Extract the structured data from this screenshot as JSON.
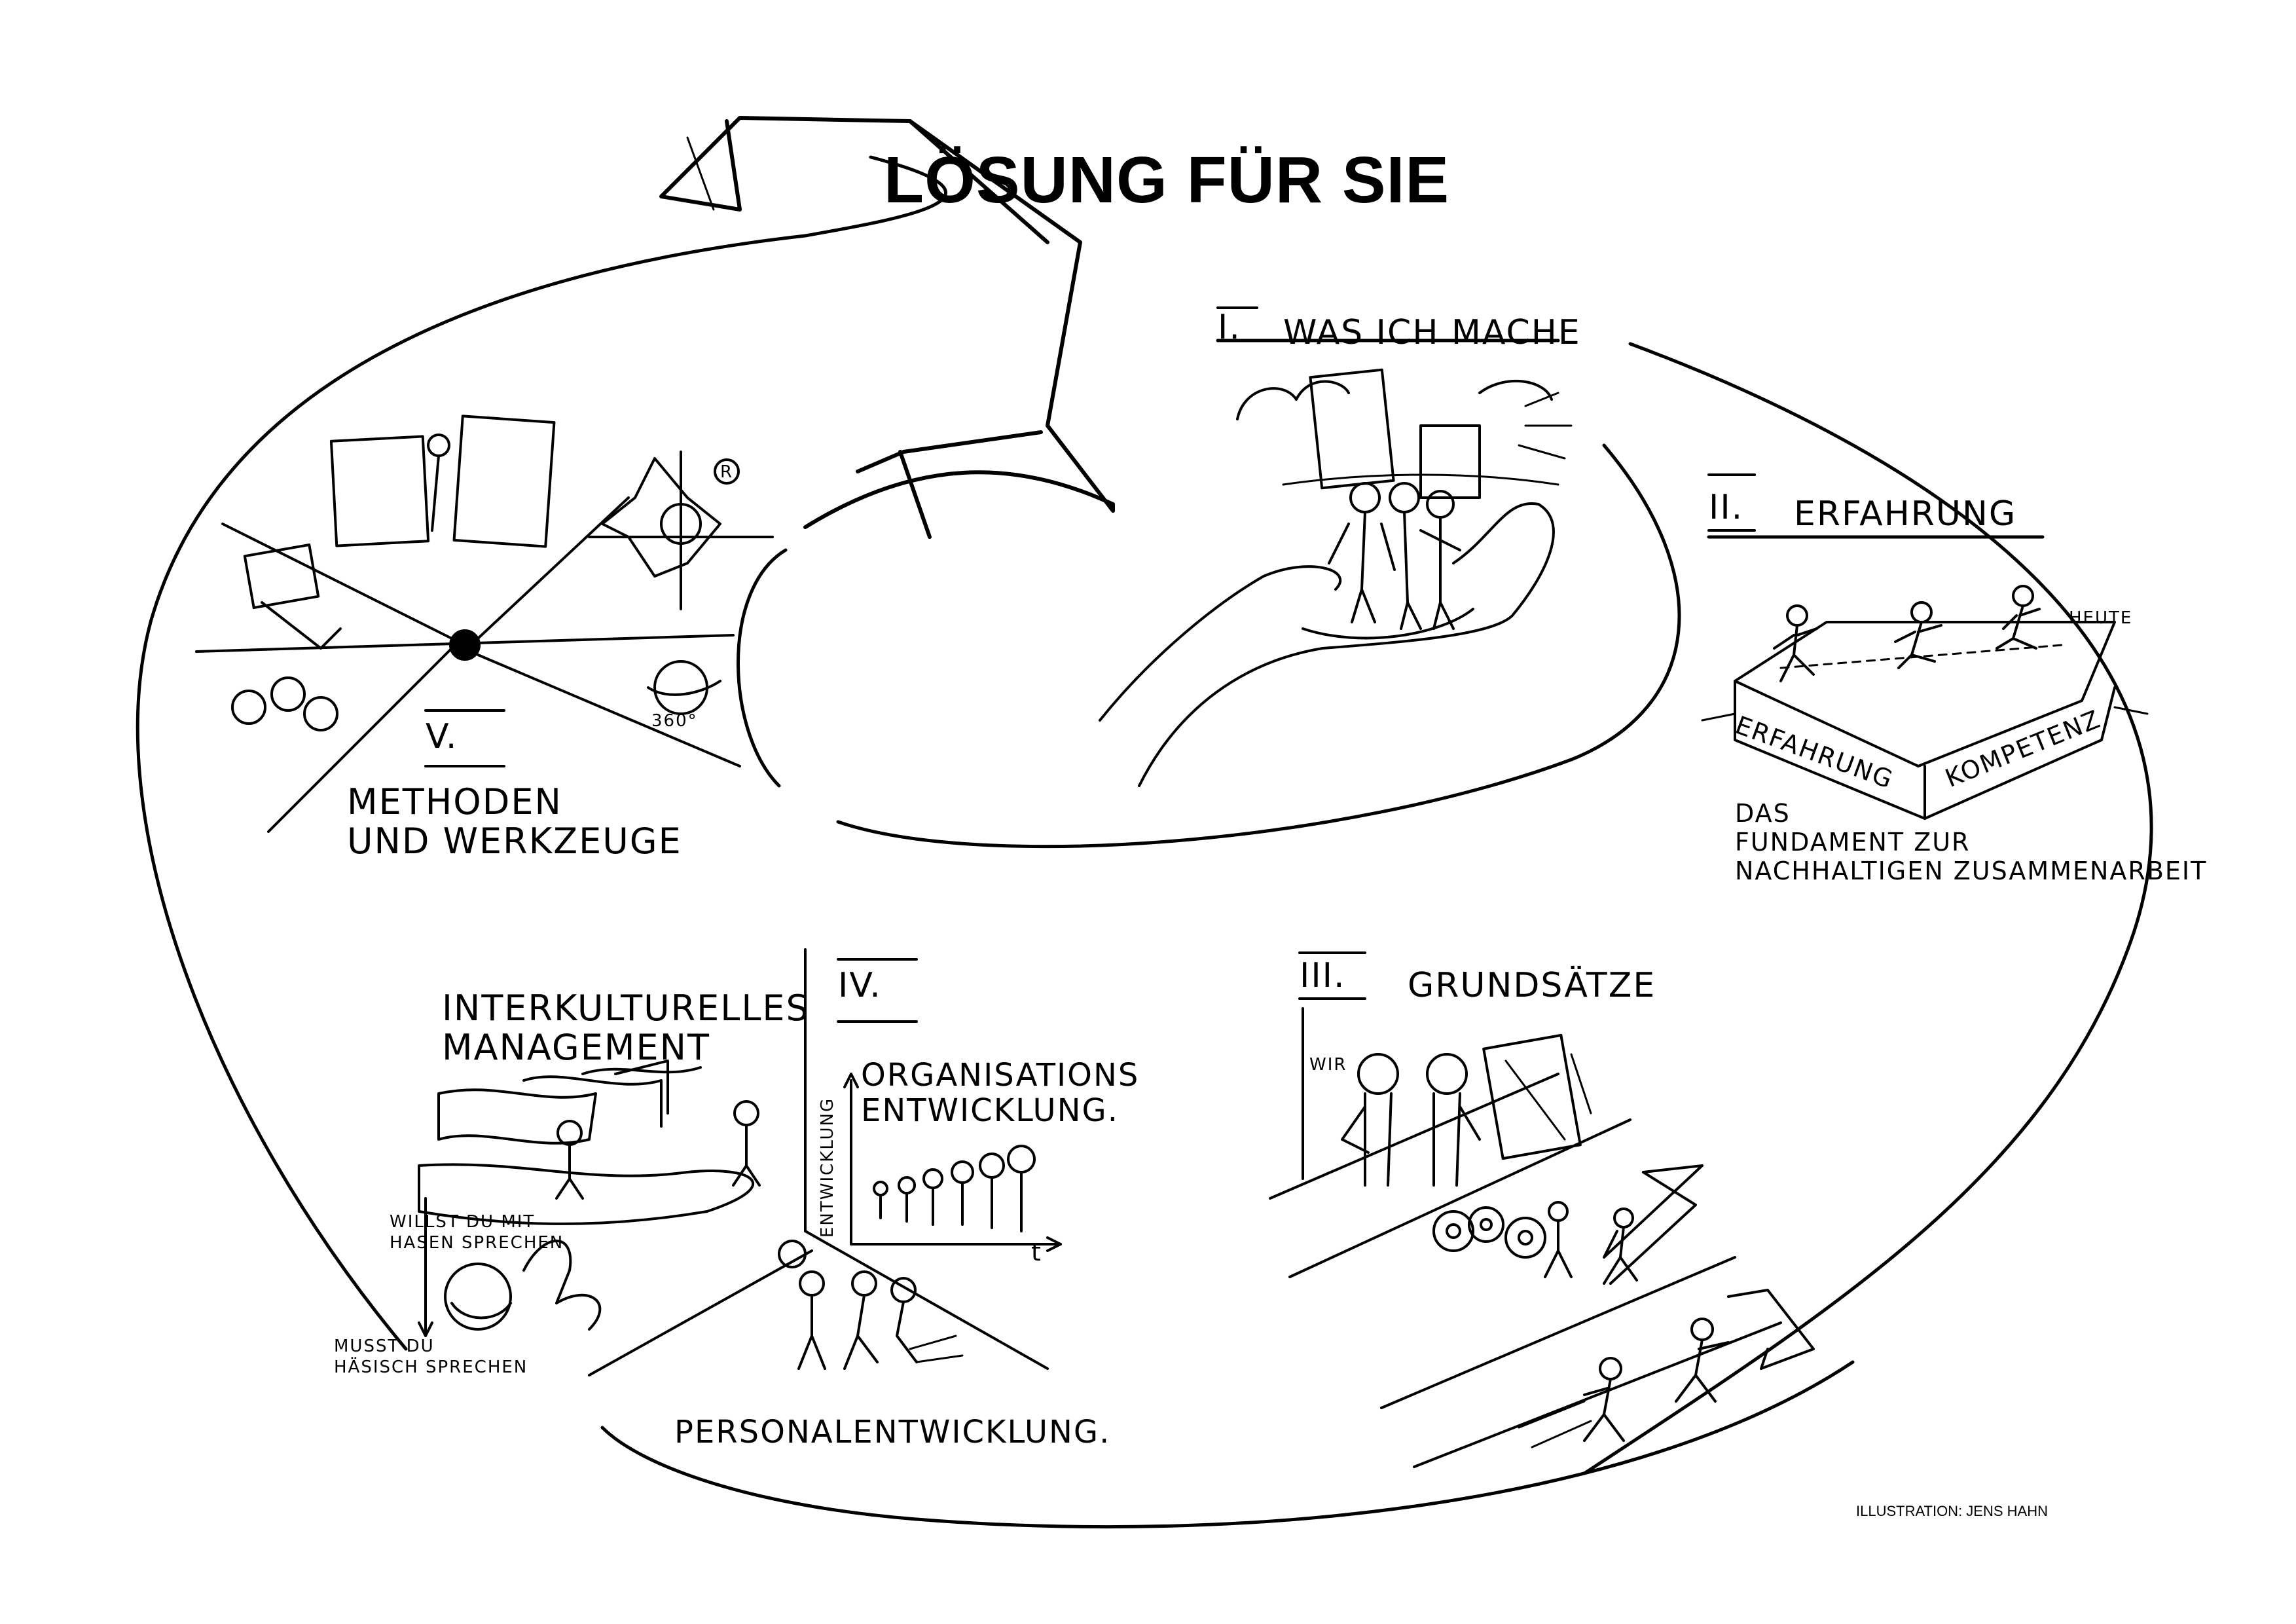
{
  "title": "LÖSUNG FÜR SIE",
  "sections": [
    {
      "numeral": "I.",
      "title": "WAS ICH MACHE"
    },
    {
      "numeral": "II.",
      "title": "ERFAHRUNG",
      "block_labels": [
        "ERFAHRUNG",
        "KOMPETENZ"
      ],
      "marker": "HEUTE",
      "caption": [
        "DAS",
        "FUNDAMENT ZUR",
        "NACHHALTIGEN ZUSAMMENARBEIT"
      ]
    },
    {
      "numeral": "III.",
      "title": "GRUNDSÄTZE",
      "label": "WIR"
    },
    {
      "numeral": "IV.",
      "items": [
        {
          "title": [
            "INTERKULTURELLES",
            "MANAGEMENT"
          ]
        },
        {
          "title": [
            "ORGANISATIONS",
            "ENTWICKLUNG."
          ],
          "y_label": "ENTWICKLUNG",
          "x_label": "t"
        },
        {
          "title": [
            "PERSONALENTWICKLUNG."
          ]
        }
      ],
      "speech": [
        "WILLST DU MIT",
        "HASEN SPRECHEN",
        "MUSST DU",
        "HÄSISCH SPRECHEN"
      ]
    },
    {
      "numeral": "V.",
      "title": [
        "METHODEN",
        "UND WERKZEUGE"
      ],
      "badge": "360°",
      "mark": "R"
    }
  ],
  "credit": "ILLUSTRATION: JENS HAHN",
  "colors": {
    "ink": "#000000",
    "paper": "#ffffff"
  }
}
